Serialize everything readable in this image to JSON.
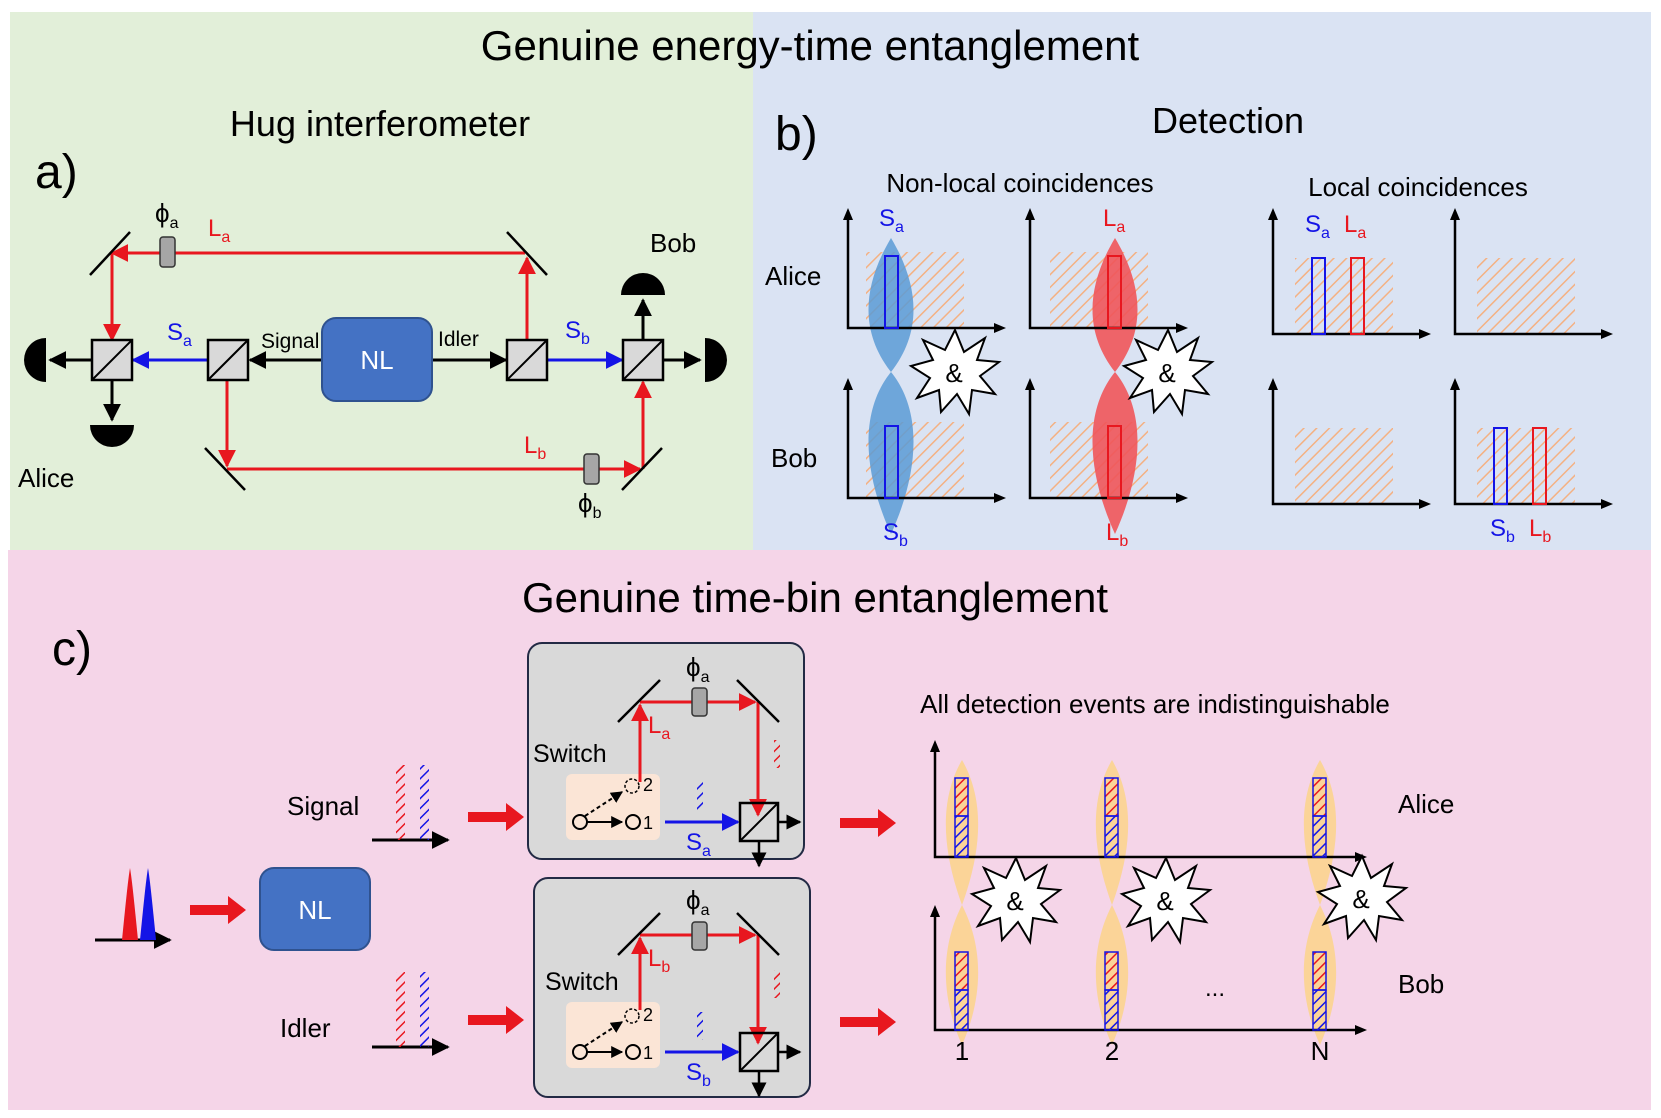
{
  "title_top": "Genuine energy-time entanglement",
  "title_bottom": "Genuine time-bin entanglement",
  "panel_a": {
    "letter": "a)",
    "heading": "Hug interferometer",
    "phi": "ϕ",
    "sub_a": "a",
    "sub_b": "b",
    "L": "L",
    "S": "S",
    "signal": "Signal",
    "idler": "Idler",
    "nl": "NL",
    "alice": "Alice",
    "bob": "Bob"
  },
  "panel_b": {
    "letter": "b)",
    "heading": "Detection",
    "nonlocal": "Non-local coincidences",
    "local": "Local coincidences",
    "alice": "Alice",
    "bob": "Bob",
    "S": "S",
    "L": "L",
    "sub_a": "a",
    "sub_b": "b",
    "and": "&"
  },
  "panel_c": {
    "letter": "c)",
    "signal": "Signal",
    "idler": "Idler",
    "nl": "NL",
    "switch": "Switch",
    "phi": "ϕ",
    "sub_a": "a",
    "sub_b": "b",
    "L": "L",
    "S": "S",
    "port1": "1",
    "port2": "2",
    "caption": "All detection events are indistinguishable",
    "alice": "Alice",
    "bob": "Bob",
    "and": "&",
    "dots": "...",
    "bins": [
      "1",
      "2",
      "N"
    ]
  },
  "colors": {
    "bg_a": "#e2efd9",
    "bg_b": "#dae3f3",
    "bg_c": "#f5d5e8",
    "red": "#e8171f",
    "blue": "#1414e6",
    "nl_box": "#4472c4",
    "hatch": "#f4b183",
    "teal_lobe": "#5b9bd5",
    "red_lobe": "#f0555a",
    "gold_lobe": "#fbd38a",
    "switch_bg": "#d9d9d9",
    "switch_inner": "#fbe5d6"
  }
}
